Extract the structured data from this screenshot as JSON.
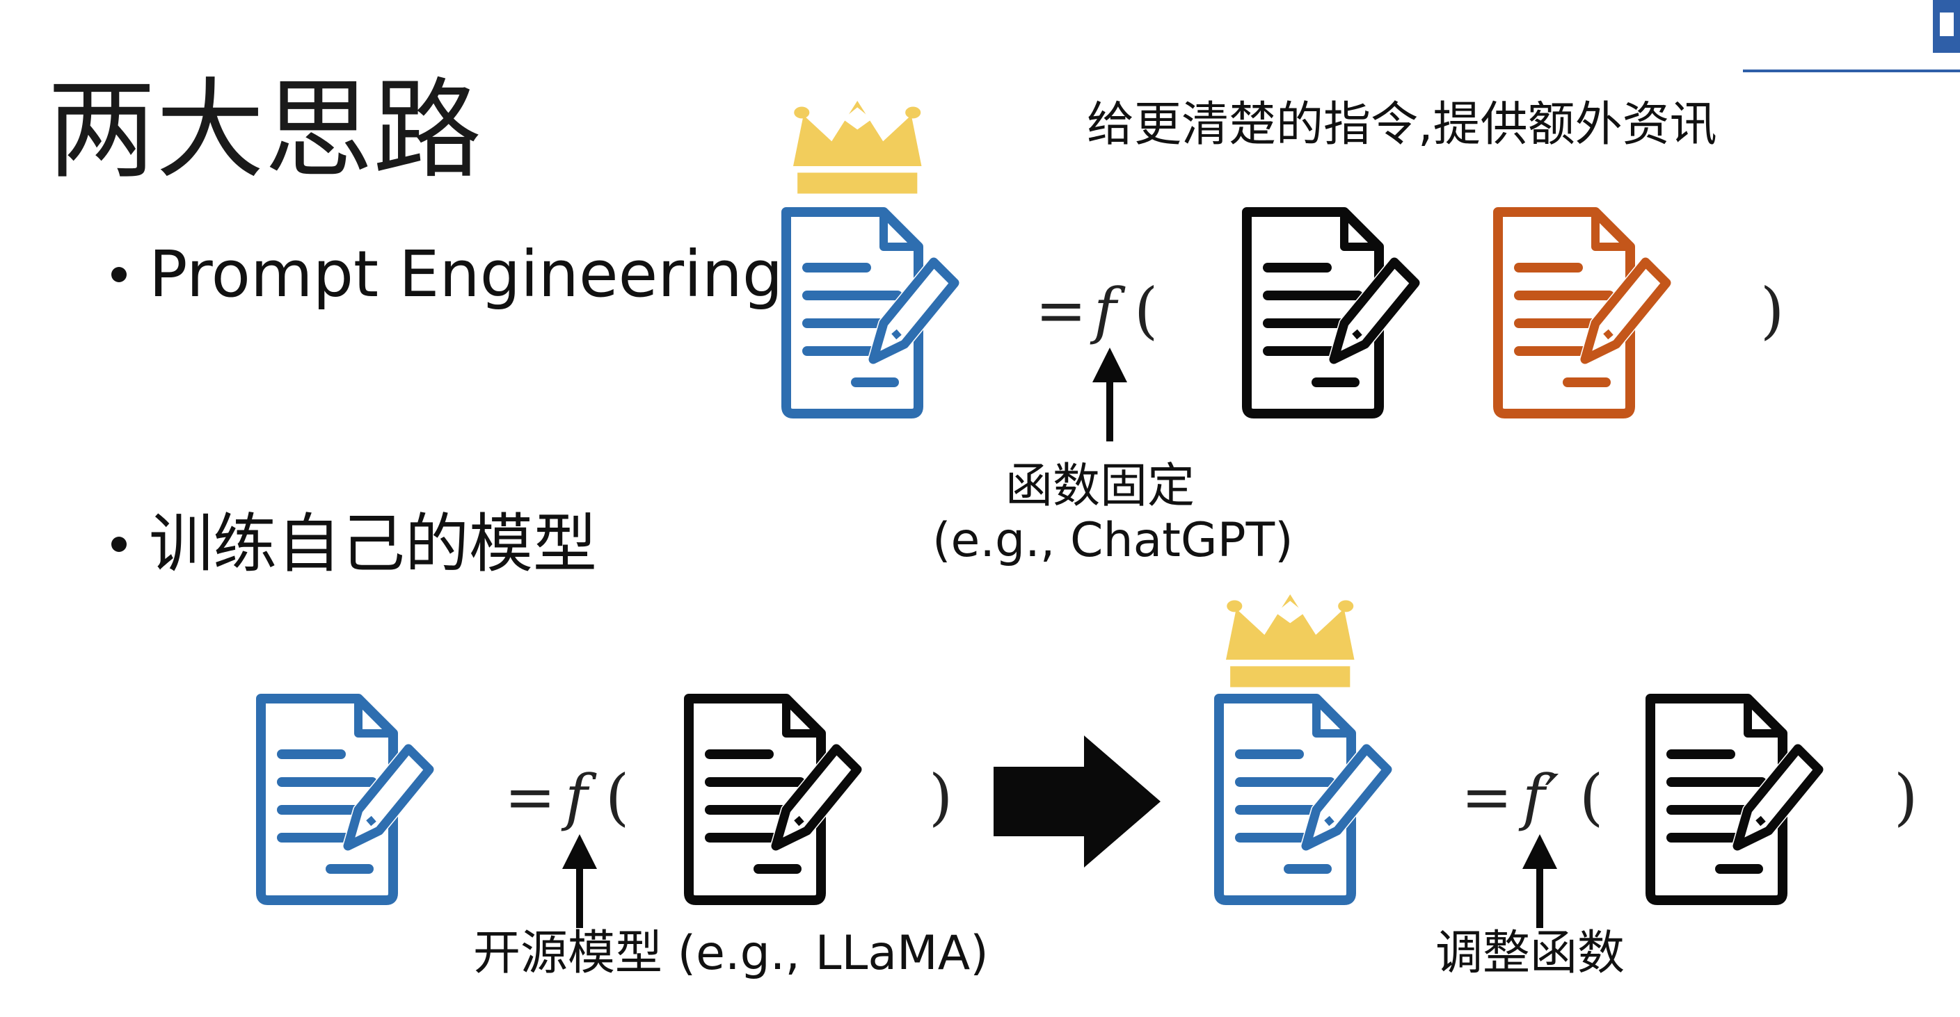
{
  "title": "两大思路",
  "bullets": {
    "first": "Prompt Engineering",
    "second": "训练自己的模型"
  },
  "annotations": {
    "clearer_instruction": "给更清楚的指令,提供额外资讯",
    "fixed_function": "函数固定",
    "fixed_example": "(e.g., ChatGPT)",
    "open_source": "开源模型 (e.g., LLaMA)",
    "adjust_function": "调整函数"
  },
  "math": {
    "eq": "=",
    "f": "f",
    "f_prime": "f′",
    "open": "(",
    "close": ")"
  },
  "colors": {
    "blue_doc": "#2e6eb0",
    "black_doc": "#0a0a0a",
    "orange_doc": "#c4561a",
    "crown": "#f2cd5c",
    "accent_line": "#2f5fa8"
  },
  "icons": [
    "document-edit-icon",
    "crown-icon",
    "arrow-up-icon",
    "arrow-right-icon"
  ]
}
